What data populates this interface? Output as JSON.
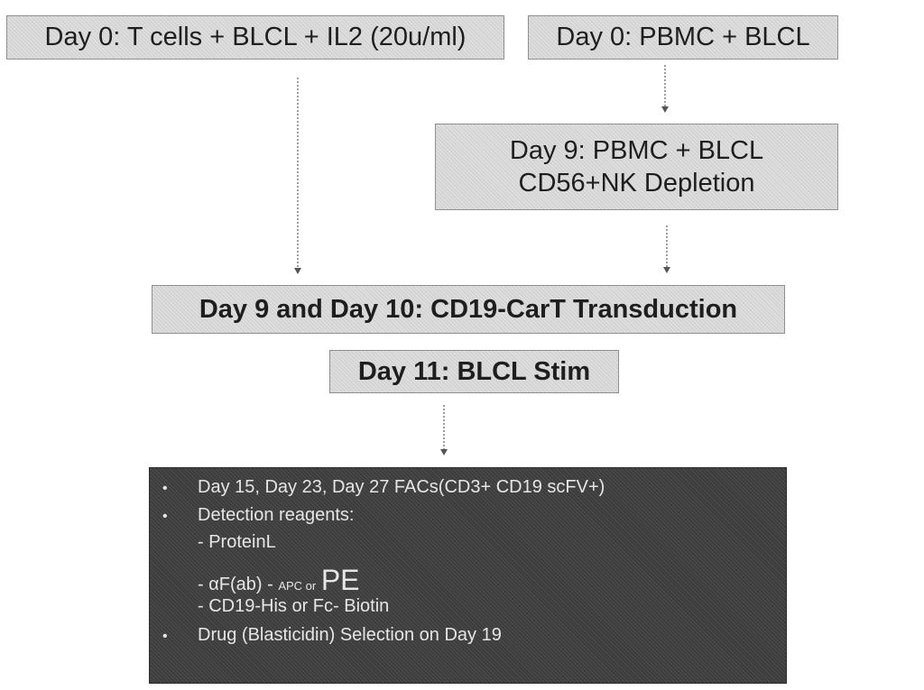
{
  "boxes": {
    "a": {
      "text": "Day 0: T cells + BLCL + IL2 (20u/ml)"
    },
    "b": {
      "text": "Day 0: PBMC + BLCL"
    },
    "c": {
      "line1": "Day 9: PBMC + BLCL",
      "line2": "CD56+NK Depletion"
    },
    "d": {
      "text": "Day 9 and Day 10: CD19-CarT Transduction"
    },
    "e": {
      "text": "Day 11: BLCL Stim"
    }
  },
  "details": {
    "bullet_symbol": "•",
    "item1": "Day 15, Day 23, Day 27 FACs(CD3+ CD19 scFV+)",
    "item2": "Detection reagents:",
    "sub1": "- ProteinL",
    "sub2_prefix": "- αF(ab) -",
    "sub2_small": "APC or",
    "sub2_big": "PE",
    "sub3": "- CD19-His or Fc- Biotin",
    "item3": "Drug (Blasticidin) Selection on Day 19"
  }
}
